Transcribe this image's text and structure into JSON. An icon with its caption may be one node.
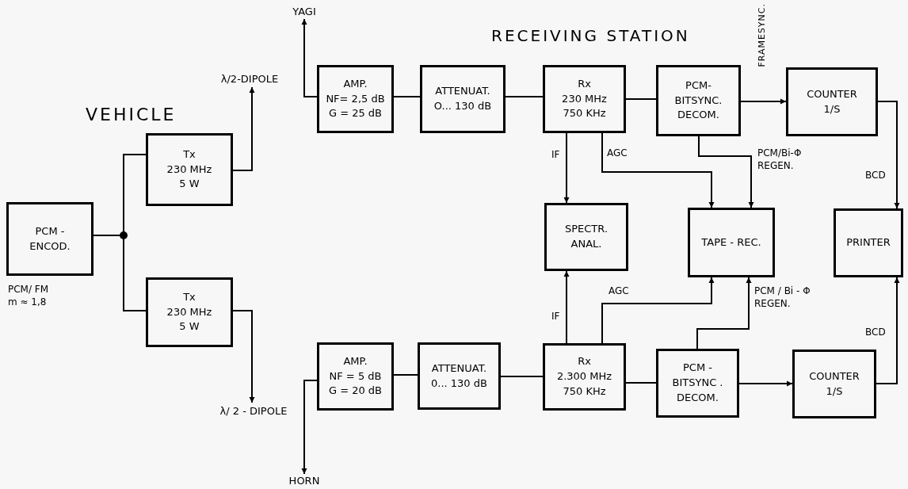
{
  "diagram": {
    "nodes": [
      {
        "text": [
          "PCM -",
          "ENCOD."
        ],
        "beside": [
          "PCM/ FM",
          "m ≈ 1,8"
        ]
      },
      {
        "text": [
          "Tx",
          "230 MHz",
          "5 W"
        ]
      },
      {
        "text": [
          "Tx",
          "230 MHz",
          "5 W"
        ]
      },
      {
        "text": [
          "λ/2-DIPOLE"
        ]
      },
      {
        "text": [
          "λ/ 2 - DIPOLE"
        ]
      },
      {
        "text": [
          "YAGI"
        ]
      },
      {
        "text": [
          "HORN"
        ]
      },
      {
        "text": [
          "AMP.",
          "NF= 2,5 dB",
          "G = 25 dB"
        ]
      },
      {
        "text": [
          "ATTENUAT.",
          "O... 130 dB"
        ]
      },
      {
        "text": [
          "Rx",
          "230 MHz",
          "750 KHz"
        ]
      },
      {
        "text": [
          "PCM-",
          "BITSYNC.",
          "DECOM."
        ]
      },
      {
        "text": [
          "COUNTER",
          "1/S"
        ]
      },
      {
        "text": [
          "SPECTR.",
          "ANAL."
        ]
      },
      {
        "text": [
          "TAPE - REC."
        ]
      },
      {
        "text": [
          "PRINTER"
        ]
      },
      {
        "text": [
          "AMP.",
          "NF = 5 dB",
          "G = 20 dB"
        ]
      },
      {
        "text": [
          "ATTENUAT.",
          "0... 130 dB"
        ]
      },
      {
        "text": [
          "Rx",
          "2.300 MHz",
          "750 KHz"
        ]
      },
      {
        "text": [
          "PCM -",
          "BITSYNC .",
          "DECOM."
        ]
      },
      {
        "text": [
          "COUNTER",
          "1/S"
        ]
      }
    ],
    "edges": [
      {
        "from": 0,
        "to": 1,
        "arrow": "none"
      },
      {
        "from": 0,
        "to": 2,
        "arrow": "none"
      },
      {
        "from": 1,
        "to": 3,
        "arrow": "to"
      },
      {
        "from": 2,
        "to": 4,
        "arrow": "to"
      },
      {
        "from": 7,
        "to": 5,
        "arrow": "to"
      },
      {
        "from": 15,
        "to": 6,
        "arrow": "to"
      },
      {
        "from": 7,
        "to": 8,
        "arrow": "none"
      },
      {
        "from": 8,
        "to": 9,
        "arrow": "none"
      },
      {
        "from": 9,
        "to": 10,
        "arrow": "none"
      },
      {
        "from": 10,
        "to": 11,
        "arrow": "to",
        "label": "FRAMESYNC."
      },
      {
        "from": 9,
        "to": 12,
        "arrow": "to",
        "label": "IF"
      },
      {
        "from": 9,
        "to": 13,
        "arrow": "to",
        "label": "AGC"
      },
      {
        "from": 10,
        "to": 13,
        "arrow": "to",
        "label": "PCM/Bi-Φ REGEN."
      },
      {
        "from": 11,
        "to": 14,
        "arrow": "to",
        "label": "BCD"
      },
      {
        "from": 15,
        "to": 16,
        "arrow": "none"
      },
      {
        "from": 16,
        "to": 17,
        "arrow": "none"
      },
      {
        "from": 17,
        "to": 18,
        "arrow": "none"
      },
      {
        "from": 18,
        "to": 19,
        "arrow": "to"
      },
      {
        "from": 17,
        "to": 12,
        "arrow": "to",
        "label": "IF"
      },
      {
        "from": 17,
        "to": 13,
        "arrow": "to",
        "label": "AGC"
      },
      {
        "from": 18,
        "to": 13,
        "arrow": "to",
        "label": "PCM / Bi - Φ REGEN."
      },
      {
        "from": 19,
        "to": 14,
        "arrow": "to",
        "label": "BCD"
      }
    ],
    "labels": [
      "VEHICLE",
      "RECEIVING STATION"
    ]
  }
}
